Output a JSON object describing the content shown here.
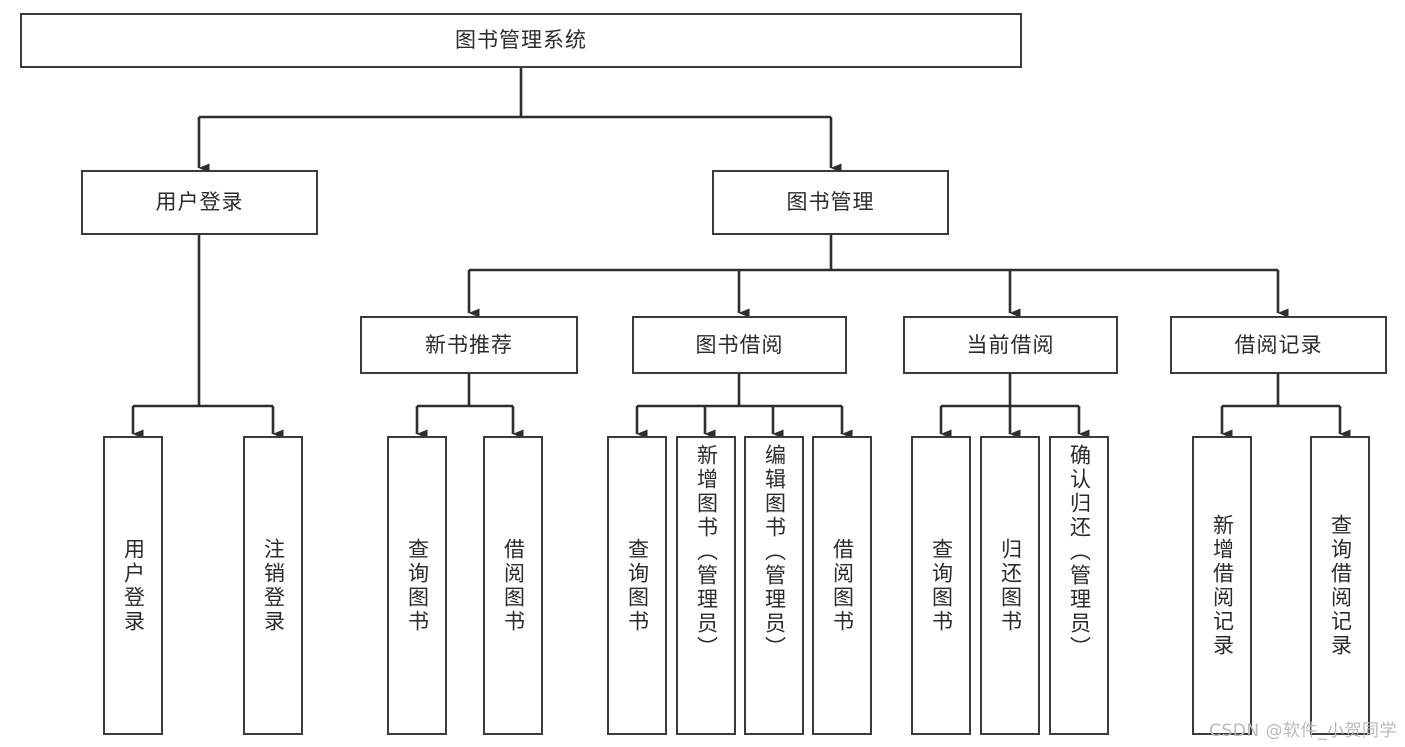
{
  "diagram": {
    "type": "tree",
    "title": "图书管理系统",
    "root": {
      "label": "图书管理系统"
    },
    "level2": [
      {
        "label": "用户登录"
      },
      {
        "label": "图书管理"
      }
    ],
    "level3": [
      {
        "label": "新书推荐"
      },
      {
        "label": "图书借阅"
      },
      {
        "label": "当前借阅"
      },
      {
        "label": "借阅记录"
      }
    ],
    "leaves": {
      "user_login": [
        {
          "label": "用户登录"
        },
        {
          "label": "注销登录"
        }
      ],
      "new_book_recommend": [
        {
          "label": "查询图书"
        },
        {
          "label": "借阅图书"
        }
      ],
      "book_borrow": [
        {
          "label": "查询图书"
        },
        {
          "label": "新增图书（管理员）"
        },
        {
          "label": "编辑图书（管理员）"
        },
        {
          "label": "借阅图书"
        }
      ],
      "current_borrow": [
        {
          "label": "查询图书"
        },
        {
          "label": "归还图书"
        },
        {
          "label": "确认归还（管理员）"
        }
      ],
      "borrow_record": [
        {
          "label": "新增借阅记录"
        },
        {
          "label": "查询借阅记录"
        }
      ]
    }
  },
  "watermark": {
    "text": "CSDN @软件_小贺同学"
  },
  "colors": {
    "border": "#3a3a3a",
    "background": "#ffffff",
    "text": "#2b2b2b",
    "watermark": "#b9b9b9"
  }
}
